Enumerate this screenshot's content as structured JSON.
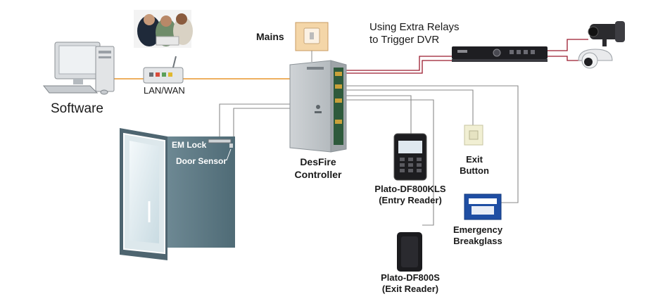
{
  "labels": {
    "software": "Software",
    "lan_wan": "LAN/WAN",
    "mains": "Mains",
    "relay_note_line1": "Using Extra Relays",
    "relay_note_line2": "to Trigger DVR",
    "controller_line1": "DesFire",
    "controller_line2": "Controller",
    "em_lock": "EM Lock",
    "door_sensor": "Door Sensor",
    "entry_reader_line1": "Plato-DF800KLS",
    "entry_reader_line2": "(Entry Reader)",
    "exit_reader_line1": "Plato-DF800S",
    "exit_reader_line2": "(Exit Reader)",
    "exit_button_line1": "Exit",
    "exit_button_line2": "Button",
    "breakglass_line1": "Emergency",
    "breakglass_line2": "Breakglass"
  },
  "colors": {
    "network_cable": "#e8952b",
    "relay_cable": "#9b1b2e",
    "signal_cable": "#8a8a8a",
    "door": "#5b7883"
  },
  "icons": [
    "computer-icon",
    "users-photo",
    "router-icon",
    "mains-socket-icon",
    "controller-cabinet",
    "dvr-icon",
    "bullet-camera-icon",
    "dome-camera-icon",
    "door-icon",
    "entry-reader-icon",
    "exit-reader-icon",
    "exit-button-icon",
    "breakglass-icon"
  ]
}
